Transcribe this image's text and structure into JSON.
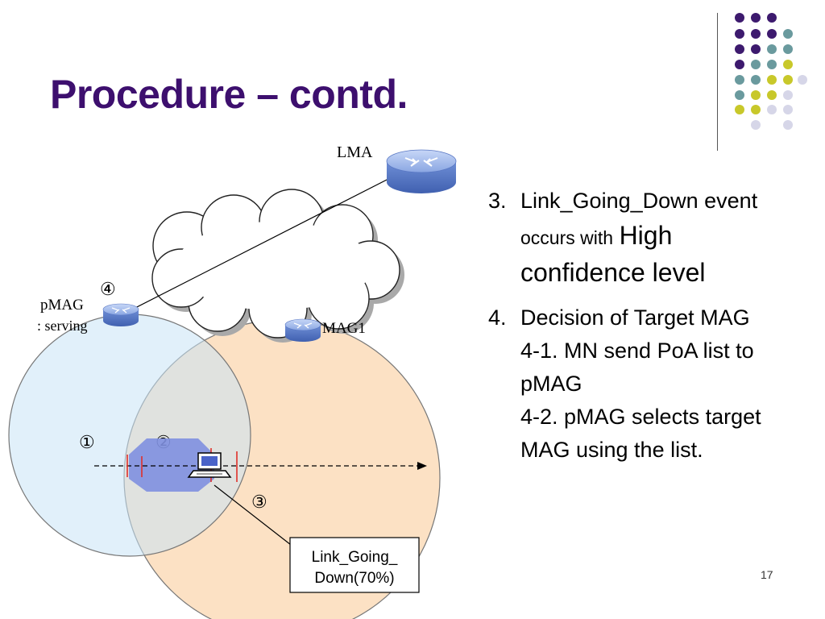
{
  "slide": {
    "title": "Procedure – contd.",
    "page_number": "17"
  },
  "diagram": {
    "lma_label": "LMA",
    "pmag_label": "pMAG",
    "pmag_sub_label": ": serving",
    "mag1_label": "MAG1",
    "marker_1": "①",
    "marker_2": "②",
    "marker_3": "③",
    "marker_4": "④",
    "event_box_line1": "Link_Going_",
    "event_box_line2": "Down(70%)"
  },
  "bullets": {
    "item3": {
      "num": "3.",
      "text_a": "Link_Going_Down event",
      "text_b": "occurs with",
      "text_c": "High",
      "text_d": "confidence level"
    },
    "item4": {
      "num": "4.",
      "line1": "Decision of Target MAG",
      "line2": "4-1. MN send PoA list to",
      "line3": "pMAG",
      "line4": "4-2. pMAG selects target",
      "line5": "MAG using the list."
    }
  },
  "colors": {
    "title": "#3d0f6e",
    "dot_purple": "#3d1a6e",
    "dot_teal": "#6a9a9e",
    "dot_yellow": "#c8c82a",
    "dot_lavender": "#d6d6e8",
    "pmag_coverage": "#c9e4f5",
    "mag1_coverage": "#fce1c4",
    "mn_zone": "#8090e0"
  }
}
